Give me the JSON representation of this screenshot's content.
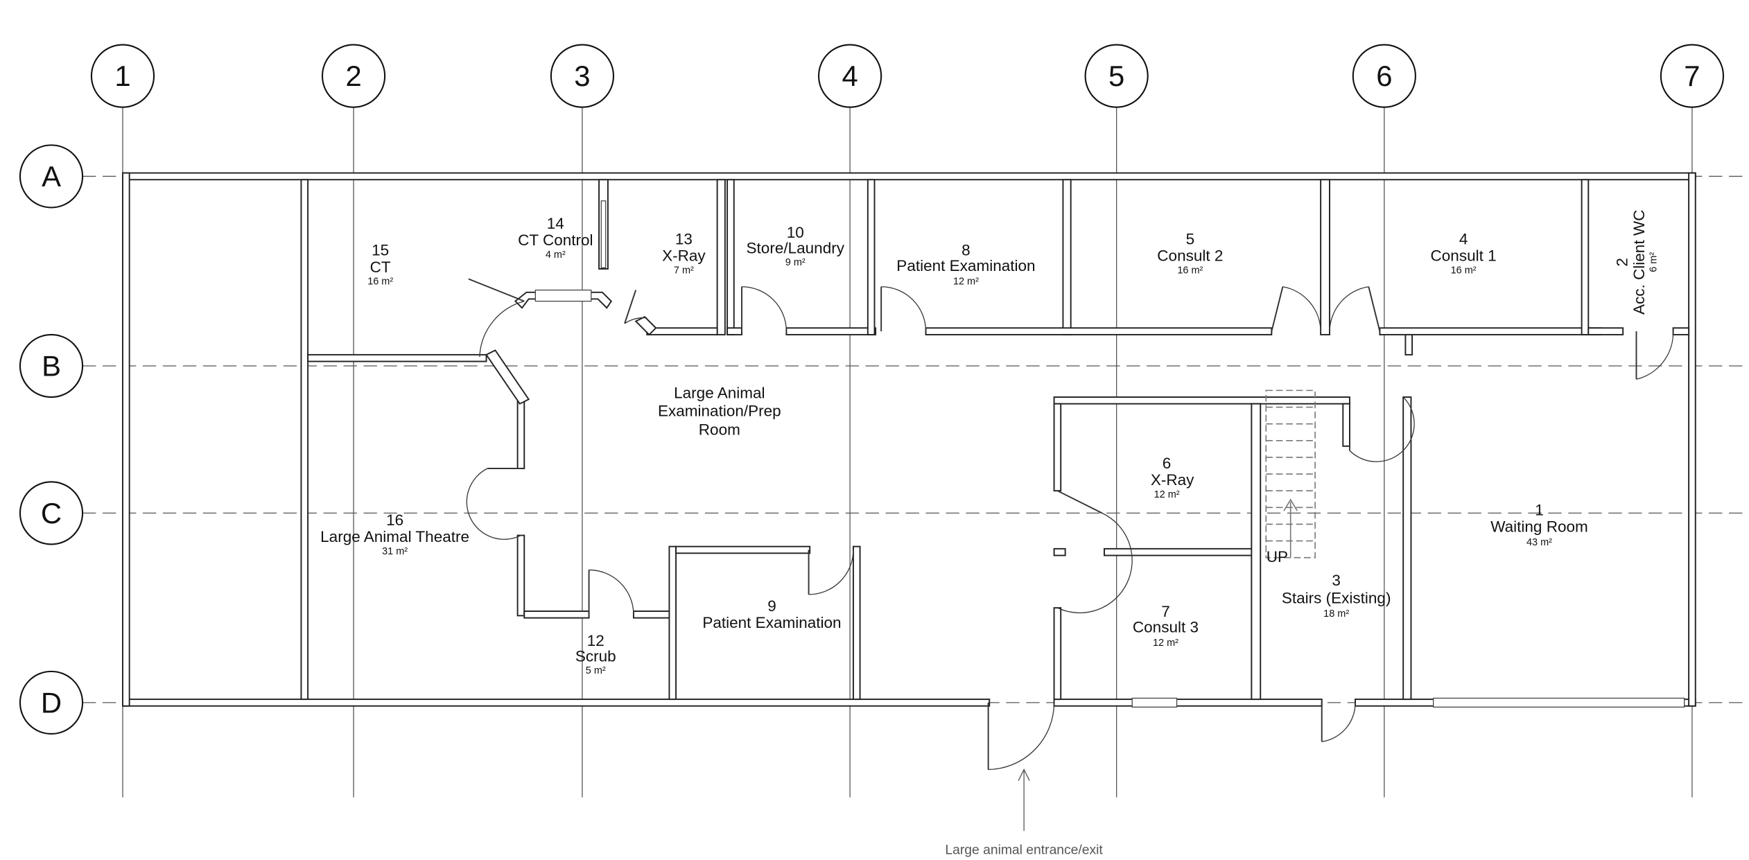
{
  "grid": {
    "columns": [
      "1",
      "2",
      "3",
      "4",
      "5",
      "6",
      "7"
    ],
    "rows": [
      "A",
      "B",
      "C",
      "D"
    ]
  },
  "rooms": [
    {
      "number": "15",
      "name": "CT",
      "area": "16 m²"
    },
    {
      "number": "14",
      "name": "CT Control",
      "area": "4 m²"
    },
    {
      "number": "13",
      "name": "X-Ray",
      "area": "7 m²"
    },
    {
      "number": "10",
      "name": "Store/Laundry",
      "area": "9 m²"
    },
    {
      "number": "8",
      "name": "Patient Examination",
      "area": "12 m²"
    },
    {
      "number": "5",
      "name": "Consult 2",
      "area": "16 m²"
    },
    {
      "number": "4",
      "name": "Consult 1",
      "area": "16 m²"
    },
    {
      "number": "2",
      "name": "Acc. Client WC",
      "area": "6 m²"
    },
    {
      "number": "16",
      "name": "Large Animal Theatre",
      "area": "31 m²"
    },
    {
      "number": "6",
      "name": "X-Ray",
      "area": "12 m²"
    },
    {
      "number": "1",
      "name": "Waiting Room",
      "area": "43 m²"
    },
    {
      "number": "9",
      "name": "Patient Examination",
      "area": ""
    },
    {
      "number": "12",
      "name": "Scrub",
      "area": "5 m²"
    },
    {
      "number": "7",
      "name": "Consult 3",
      "area": "12 m²"
    },
    {
      "number": "3",
      "name": "Stairs (Existing)",
      "area": "18 m²"
    }
  ],
  "prep_room": {
    "line1": "Large Animal",
    "line2": "Examination/Prep",
    "line3": "Room"
  },
  "stairs_up": "UP",
  "entrance_note": "Large animal entrance/exit"
}
